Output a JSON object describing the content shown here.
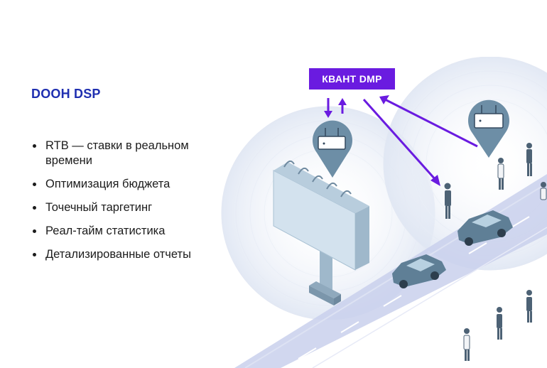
{
  "slide": {
    "title": "DOOH DSP",
    "bullets": [
      {
        "text": "RTB — ставки в реальном времени"
      },
      {
        "text": "Оптимизация бюджета"
      },
      {
        "text": "Точечный таргетинг"
      },
      {
        "text": "Реал-тайм статистика"
      },
      {
        "text": "Детализированные отчеты"
      }
    ]
  },
  "illustration": {
    "dmp_label": "КВАНТ DMP",
    "colors": {
      "accent": "#6a1be0",
      "title": "#1f2fb0",
      "road": "#c9d0ec",
      "billboard": "#bcd3e4",
      "car": "#5f7f96",
      "pin": "#6d8ea6"
    }
  }
}
